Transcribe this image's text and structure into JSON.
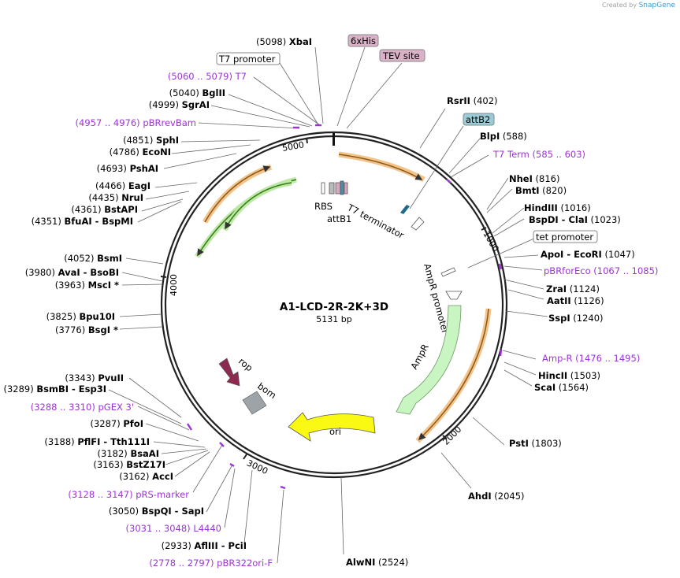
{
  "credit": {
    "prefix": "Created by",
    "brand": "SnapGene"
  },
  "plasmid": {
    "name": "A1-LCD-2R-2K+3D",
    "size": "5131 bp"
  },
  "ticks": {
    "t1000": "1000",
    "t2000": "2000",
    "t3000": "3000",
    "t4000": "4000",
    "t5000": "5000"
  },
  "features": {
    "rbs": "RBS",
    "attb1": "attB1",
    "t7_terminator": "T7 terminator",
    "ampr_promoter": "AmpR promoter",
    "ampr": "AmpR",
    "ori": "ori",
    "rop": "rop",
    "bom": "bom"
  },
  "boxes": {
    "his": "6xHis",
    "tev": "TEV site",
    "t7prom": "T7 promoter",
    "attb2": "attB2",
    "tetprom": "tet promoter"
  },
  "left_sites": [
    {
      "pos": "(5098)",
      "name": "XbaI"
    },
    {
      "primer": true,
      "pos": "(5060 .. 5079)",
      "name": "T7"
    },
    {
      "pos": "(5040)",
      "name": "BglII"
    },
    {
      "pos": "(4999)",
      "name": "SgrAI"
    },
    {
      "primer": true,
      "pos": "(4957 .. 4976)",
      "name": "pBRrevBam"
    },
    {
      "pos": "(4851)",
      "name": "SphI"
    },
    {
      "pos": "(4786)",
      "name": "EcoNI"
    },
    {
      "pos": "(4693)",
      "name": "PshAI"
    },
    {
      "pos": "(4466)",
      "name": "EagI"
    },
    {
      "pos": "(4435)",
      "name": "NruI"
    },
    {
      "pos": "(4361)",
      "name": "BstAPI"
    },
    {
      "pos": "(4351)",
      "name": "BfuAI  -  BspMI"
    },
    {
      "pos": "(4052)",
      "name": "BsmI"
    },
    {
      "pos": "(3980)",
      "name": "AvaI  -  BsoBI"
    },
    {
      "pos": "(3963)",
      "name": "MscI *"
    },
    {
      "pos": "(3825)",
      "name": "Bpu10I"
    },
    {
      "pos": "(3776)",
      "name": "BsgI *"
    },
    {
      "pos": "(3343)",
      "name": "PvuII"
    },
    {
      "pos": "(3289)",
      "name": "BsmBI  -  Esp3I"
    },
    {
      "primer": true,
      "pos": "(3288 .. 3310)",
      "name": "pGEX 3'"
    },
    {
      "pos": "(3287)",
      "name": "PfoI"
    },
    {
      "pos": "(3188)",
      "name": "PflFI  -  Tth111I"
    },
    {
      "pos": "(3182)",
      "name": "BsaAI"
    },
    {
      "pos": "(3163)",
      "name": "BstZ17I"
    },
    {
      "pos": "(3162)",
      "name": "AccI"
    },
    {
      "primer": true,
      "pos": "(3128 .. 3147)",
      "name": "pRS-marker"
    },
    {
      "pos": "(3050)",
      "name": "BspQI  -  SapI"
    },
    {
      "primer": true,
      "pos": "(3031 .. 3048)",
      "name": "L4440"
    },
    {
      "pos": "(2933)",
      "name": "AflIII  -  PciI"
    },
    {
      "primer": true,
      "pos": "(2778 .. 2797)",
      "name": "pBR322ori-F"
    }
  ],
  "right_sites": [
    {
      "name": "RsrII",
      "pos": "(402)"
    },
    {
      "name": "BlpI",
      "pos": "(588)"
    },
    {
      "primer": true,
      "name": "T7 Term",
      "pos": "(585 .. 603)"
    },
    {
      "name": "NheI",
      "pos": "(816)"
    },
    {
      "name": "BmtI",
      "pos": "(820)"
    },
    {
      "name": "HindIII",
      "pos": "(1016)"
    },
    {
      "name": "BspDI  -  ClaI",
      "pos": "(1023)"
    },
    {
      "name": "ApoI  -  EcoRI",
      "pos": "(1047)"
    },
    {
      "primer": true,
      "name": "pBRforEco",
      "pos": "(1067 .. 1085)"
    },
    {
      "name": "ZraI",
      "pos": "(1124)"
    },
    {
      "name": "AatII",
      "pos": "(1126)"
    },
    {
      "name": "SspI",
      "pos": "(1240)"
    },
    {
      "primer": true,
      "name": "Amp-R",
      "pos": "(1476 .. 1495)"
    },
    {
      "name": "HincII",
      "pos": "(1503)"
    },
    {
      "name": "ScaI",
      "pos": "(1564)"
    },
    {
      "name": "PstI",
      "pos": "(1803)"
    },
    {
      "name": "AhdI",
      "pos": "(2045)"
    },
    {
      "name": "AlwNI",
      "pos": "(2524)"
    }
  ]
}
